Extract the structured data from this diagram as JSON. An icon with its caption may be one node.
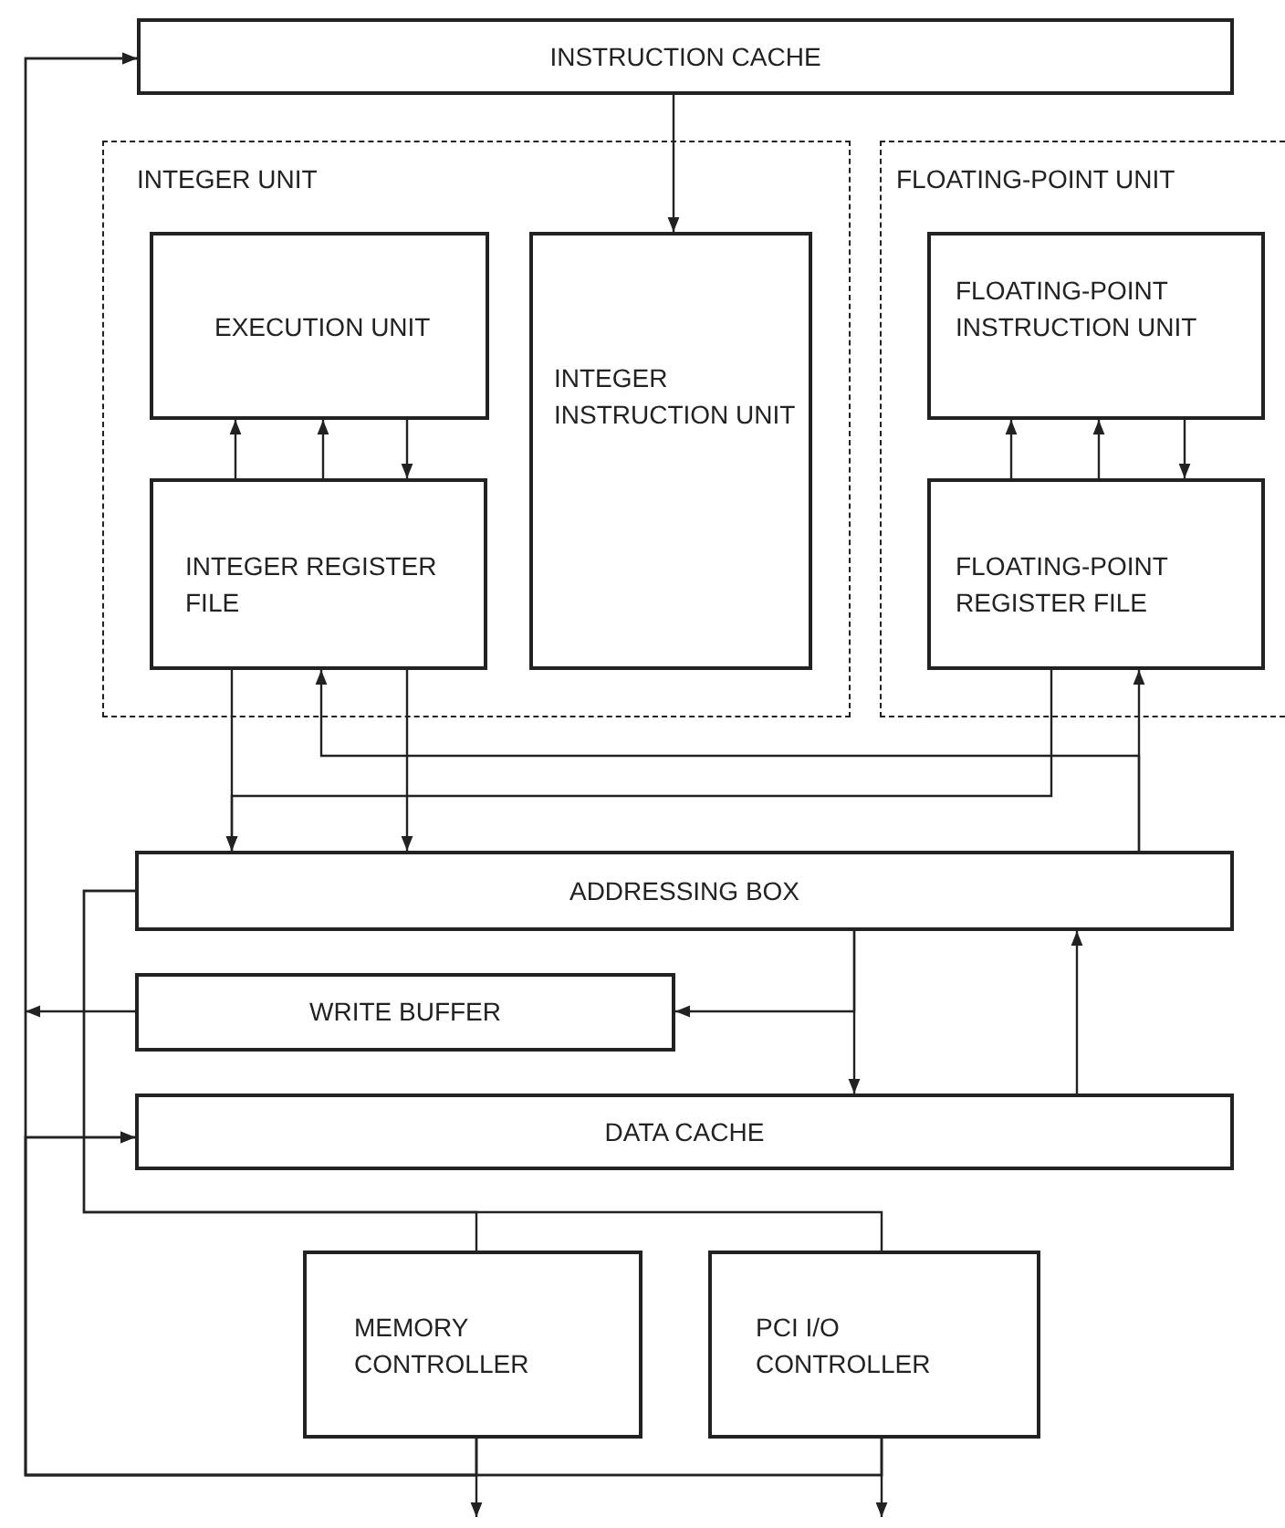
{
  "diagram": {
    "nodes": [
      {
        "text": [
          "INSTRUCTION CACHE"
        ]
      },
      {
        "text": [
          "INTEGER UNIT"
        ]
      },
      {
        "text": [
          "EXECUTION UNIT"
        ],
        "in": 1
      },
      {
        "text": [
          "INTEGER REGISTER FILE"
        ],
        "in": 1
      },
      {
        "text": [
          "INTEGER INSTRUCTION UNIT"
        ],
        "in": 1
      },
      {
        "text": [
          "FLOATING-POINT UNIT"
        ]
      },
      {
        "text": [
          "FLOATING-POINT INSTRUCTION UNIT"
        ],
        "in": 5
      },
      {
        "text": [
          "FLOATING-POINT REGISTER FILE"
        ],
        "in": 5
      },
      {
        "text": [
          "ADDRESSING BOX"
        ]
      },
      {
        "text": [
          "WRITE BUFFER"
        ]
      },
      {
        "text": [
          "DATA CACHE"
        ]
      },
      {
        "text": [
          "MEMORY CONTROLLER"
        ]
      },
      {
        "text": [
          "PCI I/O CONTROLLER"
        ]
      }
    ],
    "edges": [
      {
        "from": 0,
        "to": 4,
        "arrow": "to"
      },
      {
        "from": 3,
        "to": 2,
        "arrow": "to"
      },
      {
        "from": 3,
        "to": 2,
        "arrow": "to"
      },
      {
        "from": 2,
        "to": 3,
        "arrow": "to"
      },
      {
        "from": 7,
        "to": 6,
        "arrow": "to"
      },
      {
        "from": 7,
        "to": 6,
        "arrow": "to"
      },
      {
        "from": 6,
        "to": 7,
        "arrow": "to"
      },
      {
        "from": 3,
        "to": 8,
        "arrow": "to"
      },
      {
        "from": 3,
        "to": 8,
        "arrow": "to"
      },
      {
        "from": 7,
        "to": 8,
        "arrow": "to"
      },
      {
        "from": 8,
        "to": 3,
        "arrow": "to"
      },
      {
        "from": 8,
        "to": 7,
        "arrow": "to"
      },
      {
        "from": 8,
        "to": 10,
        "arrow": "to"
      },
      {
        "from": 8,
        "to": 9,
        "arrow": "to"
      },
      {
        "from": 10,
        "to": 8,
        "arrow": "to"
      },
      {
        "from": 8,
        "to": 11,
        "arrow": "none"
      },
      {
        "from": 8,
        "to": 12,
        "arrow": "none"
      },
      {
        "from": 9,
        "to": null,
        "arrow": "to"
      },
      {
        "from": 11,
        "to": 0,
        "arrow": "to"
      },
      {
        "from": 11,
        "to": 10,
        "arrow": "to"
      },
      {
        "from": 12,
        "to": 0,
        "arrow": "to"
      },
      {
        "from": 12,
        "to": 10,
        "arrow": "to"
      },
      {
        "from": 11,
        "to": null,
        "arrow": "to"
      },
      {
        "from": 12,
        "to": null,
        "arrow": "to"
      }
    ]
  }
}
